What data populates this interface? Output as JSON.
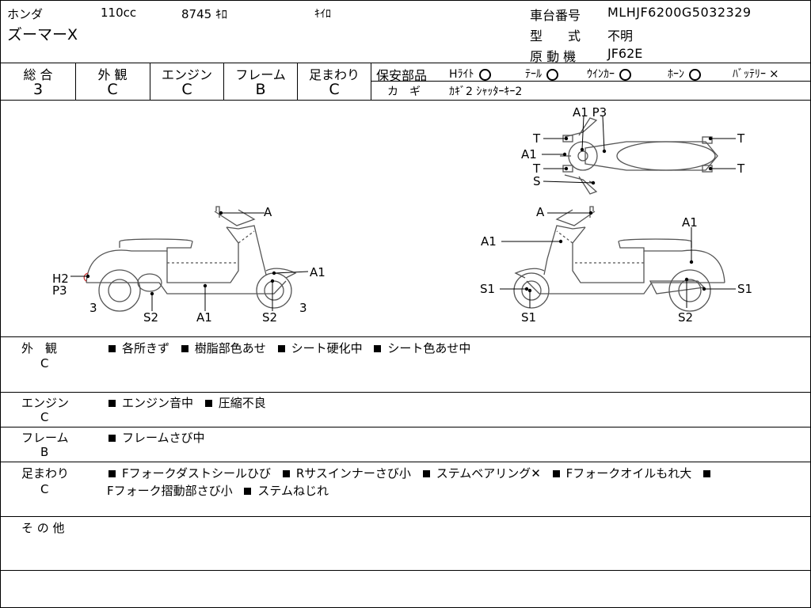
{
  "header": {
    "maker": "ホンダ",
    "displacement": "110cc",
    "mileage": "8745 ｷﾛ",
    "mileage_unit": "ｷｲﾛ",
    "model_name": "ズーマーX",
    "frame_no_label": "車台番号",
    "frame_no": "MLHJF6200G5032329",
    "type_label": "型　　式",
    "type_value": "不明",
    "engine_label": "原 動 機",
    "engine_value": "JF62E"
  },
  "grades": {
    "headers": [
      "総 合",
      "外 観",
      "エンジン",
      "フレーム",
      "足まわり"
    ],
    "values": [
      "3",
      "C",
      "C",
      "B",
      "C"
    ]
  },
  "safety": {
    "label": "保安部品",
    "items": [
      {
        "name": "Hﾗｲﾄ",
        "status": "○"
      },
      {
        "name": "ﾃｰﾙ",
        "status": "○"
      },
      {
        "name": "ｳｲﾝｶｰ",
        "status": "○"
      },
      {
        "name": "ﾎｰﾝ",
        "status": "○"
      },
      {
        "name": "ﾊﾞｯﾃﾘｰ",
        "status": "×"
      }
    ],
    "key_label": "カ　ギ",
    "key_value": "ｶｷﾞ2 ｼｬｯﾀｰｷｰ2"
  },
  "diagram_labels": {
    "side_left": [
      "A",
      "H2",
      "P3",
      "3",
      "S2",
      "A1",
      "S2",
      "3",
      "A1"
    ],
    "side_right": [
      "A",
      "A1",
      "A1",
      "S1",
      "S1",
      "S2",
      "S1"
    ],
    "top": [
      "A1 P3",
      "T",
      "A1",
      "T",
      "S",
      "T",
      "T"
    ]
  },
  "remarks": [
    {
      "category": "外　観",
      "grade": "C",
      "items": [
        "各所きず",
        "樹脂部色あせ",
        "シート硬化中",
        "シート色あせ中"
      ]
    },
    {
      "category": "エンジン",
      "grade": "C",
      "items": [
        "エンジン音中",
        "圧縮不良"
      ]
    },
    {
      "category": "フレーム",
      "grade": "B",
      "items": [
        "フレームさび中"
      ]
    },
    {
      "category": "足まわり",
      "grade": "C",
      "items": [
        "Fフォークダストシールひび",
        "Rサスインナーさび小",
        "ステムベアリング✕",
        "Fフォークオイルもれ大",
        "Fフォーク摺動部さび小",
        "ステムねじれ"
      ]
    },
    {
      "category": "そ の 他",
      "grade": "",
      "items": []
    }
  ]
}
